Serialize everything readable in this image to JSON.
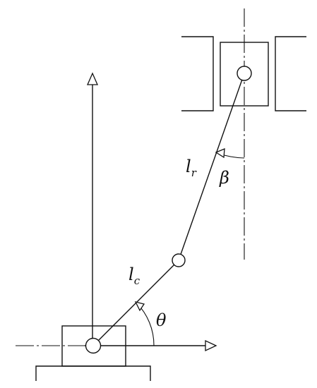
{
  "labels": {
    "rod_length": {
      "symbol": "l",
      "subscript": "r"
    },
    "crank_length": {
      "symbol": "l",
      "subscript": "c"
    },
    "rod_angle": "β",
    "crank_angle": "θ"
  },
  "colors": {
    "stroke": "#111111",
    "background": "#ffffff"
  }
}
